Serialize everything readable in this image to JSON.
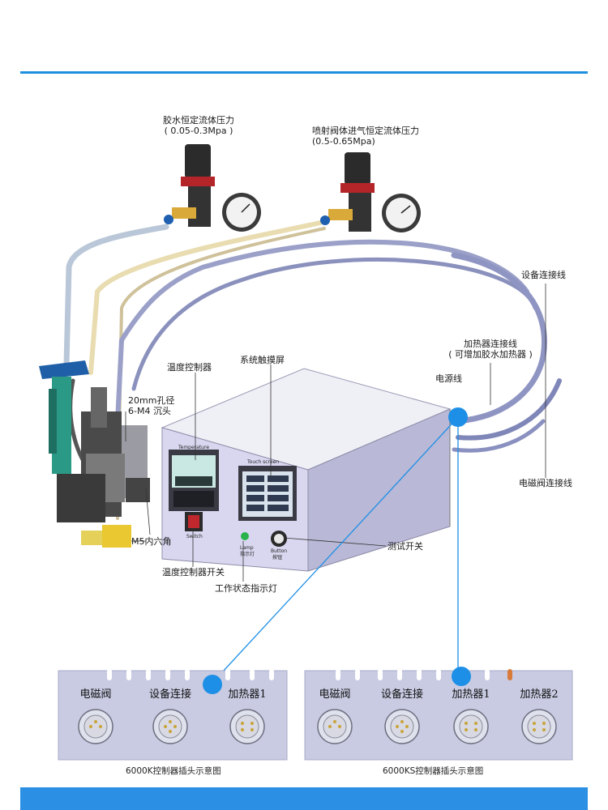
{
  "labels": {
    "glue_pressure_title": "胶水恒定流体压力",
    "glue_pressure_range": "( 0.05-0.3Mpa )",
    "valve_pressure_title": "喷射阀体进气恒定流体压力",
    "valve_pressure_range": "(0.5-0.65Mpa)",
    "device_cable": "设备连接线",
    "heater_cable": "加热器连接线",
    "heater_cable_note": "( 可增加胶水加热器 )",
    "power_cable": "电源线",
    "solenoid_cable": "电磁阀连接线",
    "temp_controller": "温度控制器",
    "touch_screen": "系统触摸屏",
    "hole_size": "20mm孔径",
    "countersink": "6-M4 沉头",
    "hex": "M5内六角",
    "test_switch": "测试开关",
    "temp_switch": "温度控制器开关",
    "status_lamp": "工作状态指示灯"
  },
  "device_text": {
    "temp_panel": "Temperature",
    "touch_panel": "Touch screen",
    "lamp": "Lamp",
    "lamp_sub": "指示灯",
    "button": "Button",
    "button_sub": "按钮",
    "switch": "Switch"
  },
  "panels": [
    {
      "caption": "6000K控制器插头示意图",
      "ports": [
        "电磁阀",
        "设备连接",
        "加热器1"
      ]
    },
    {
      "caption": "6000KS控制器插头示意图",
      "ports": [
        "电磁阀",
        "设备连接",
        "加热器1",
        "加热器2"
      ]
    }
  ],
  "colors": {
    "accent": "#1f8fe0",
    "callout_dot": "#1e8fe6",
    "panel_fill": "#c8cbe2",
    "device_front": "#d9d7f0"
  }
}
